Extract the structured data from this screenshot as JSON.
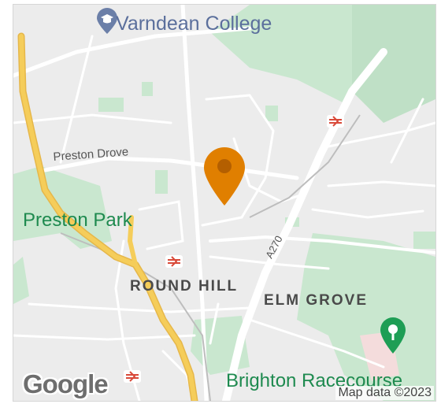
{
  "map": {
    "poi_college": "Varndean College",
    "park_label": "Preston Park",
    "racecourse_label": "Brighton Racecourse",
    "district_1": "ROUND HILL",
    "district_2": "ELM GROVE",
    "street_label": "Preston Drove",
    "road_label": "A270",
    "attribution": "Map data ©2023",
    "logo_text": "Google",
    "colors": {
      "background": "#ececec",
      "park": "#c9e7cf",
      "major_road": "#f5cd5a",
      "marker_orange": "#e07f00",
      "marker_green": "#1e9e55",
      "college_icon": "#6b7fa8",
      "rail_icon": "#d94a3a"
    }
  }
}
